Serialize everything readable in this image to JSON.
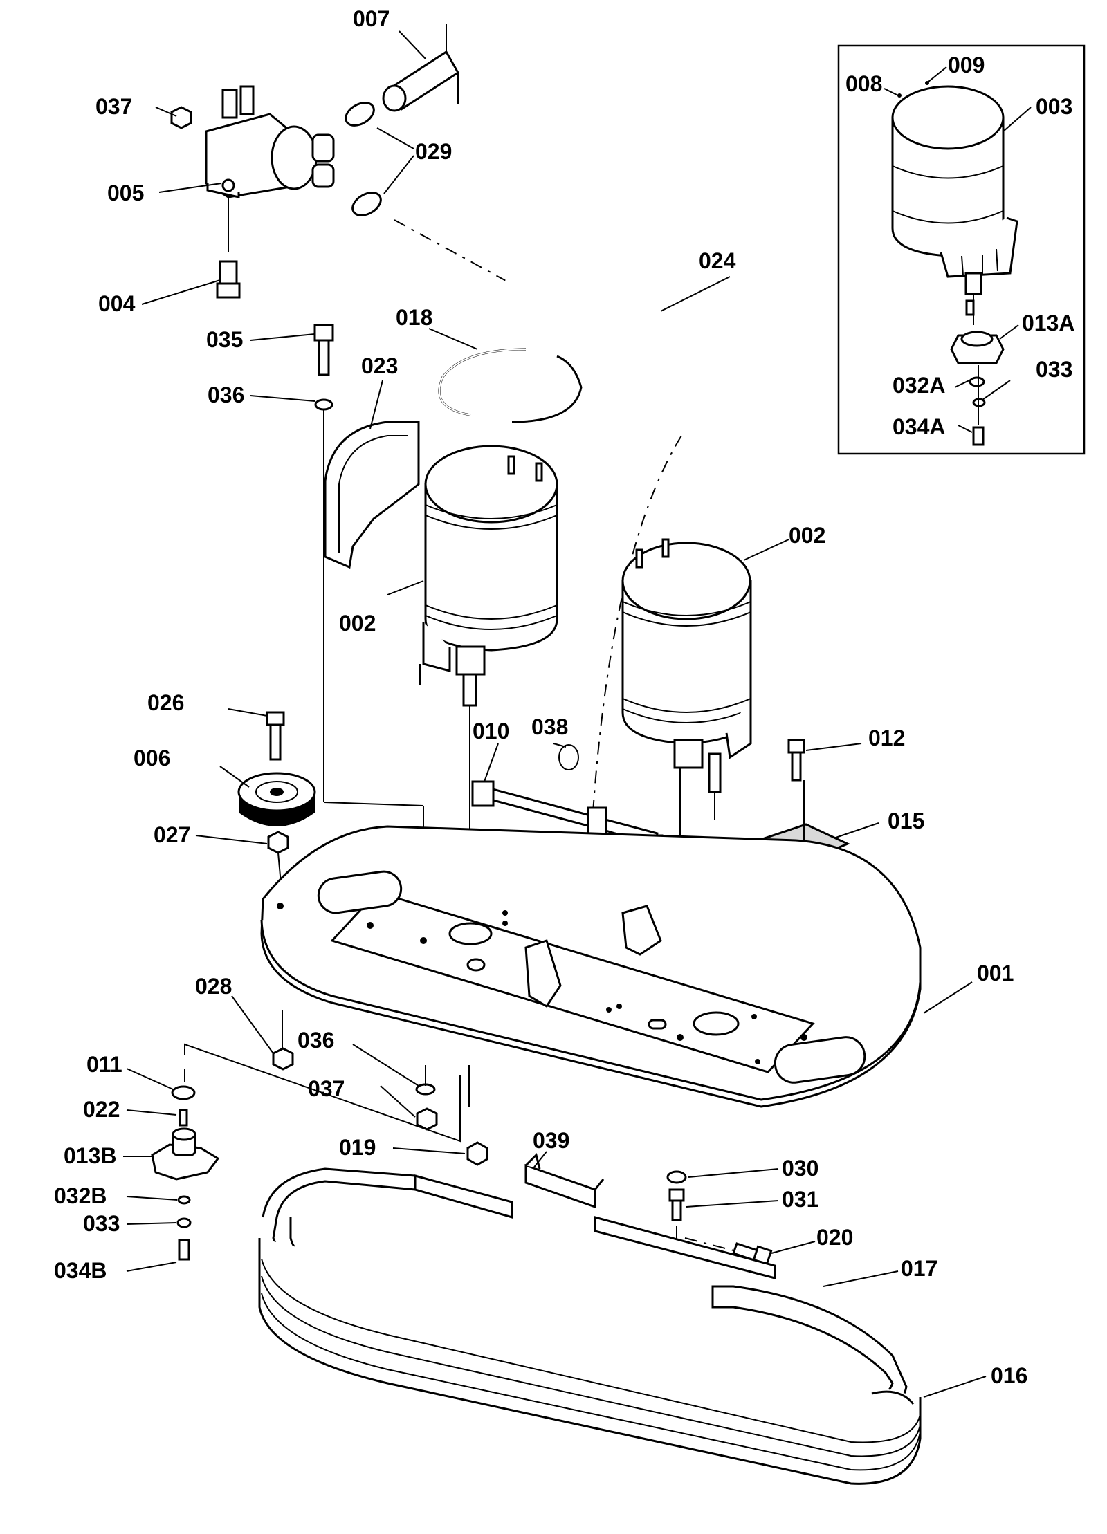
{
  "labels": {
    "p001": "001",
    "p002a": "002",
    "p002b": "002",
    "p003": "003",
    "p004": "004",
    "p005": "005",
    "p006": "006",
    "p007": "007",
    "p008": "008",
    "p009": "009",
    "p010": "010",
    "p011": "011",
    "p012": "012",
    "p013A": "013A",
    "p013B": "013B",
    "p015": "015",
    "p016": "016",
    "p017": "017",
    "p018": "018",
    "p019": "019",
    "p020": "020",
    "p022": "022",
    "p023": "023",
    "p024": "024",
    "p026": "026",
    "p027": "027",
    "p028": "028",
    "p029": "029",
    "p030": "030",
    "p031": "031",
    "p032A": "032A",
    "p032B": "032B",
    "p033a": "033",
    "p033b": "033",
    "p034A": "034A",
    "p034B": "034B",
    "p035": "035",
    "p036a": "036",
    "p036b": "036",
    "p037a": "037",
    "p037b": "037",
    "p038": "038",
    "p039": "039"
  }
}
